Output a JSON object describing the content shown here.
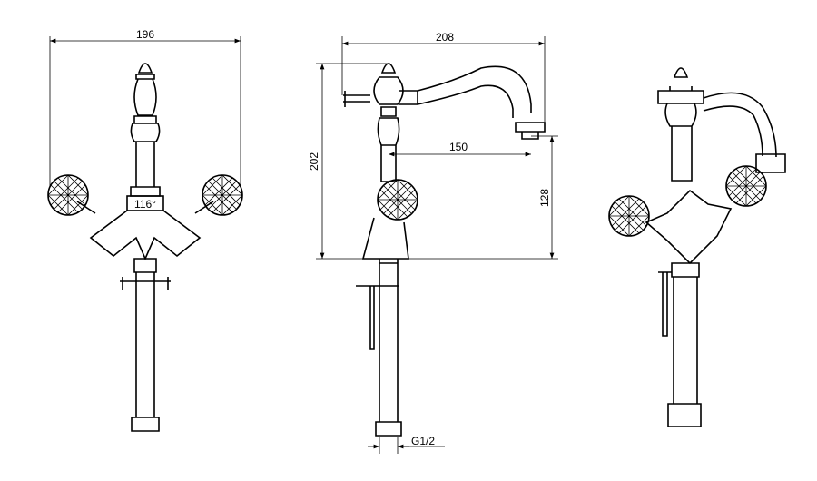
{
  "title": "Faucet technical drawing",
  "views": {
    "front": {
      "width_label": "196",
      "angle_label": "116°"
    },
    "side": {
      "width_label": "208",
      "height_label": "202",
      "spout_reach_label": "150",
      "spout_height_label": "128",
      "thread_label": "G1/2"
    },
    "perspective": {}
  }
}
